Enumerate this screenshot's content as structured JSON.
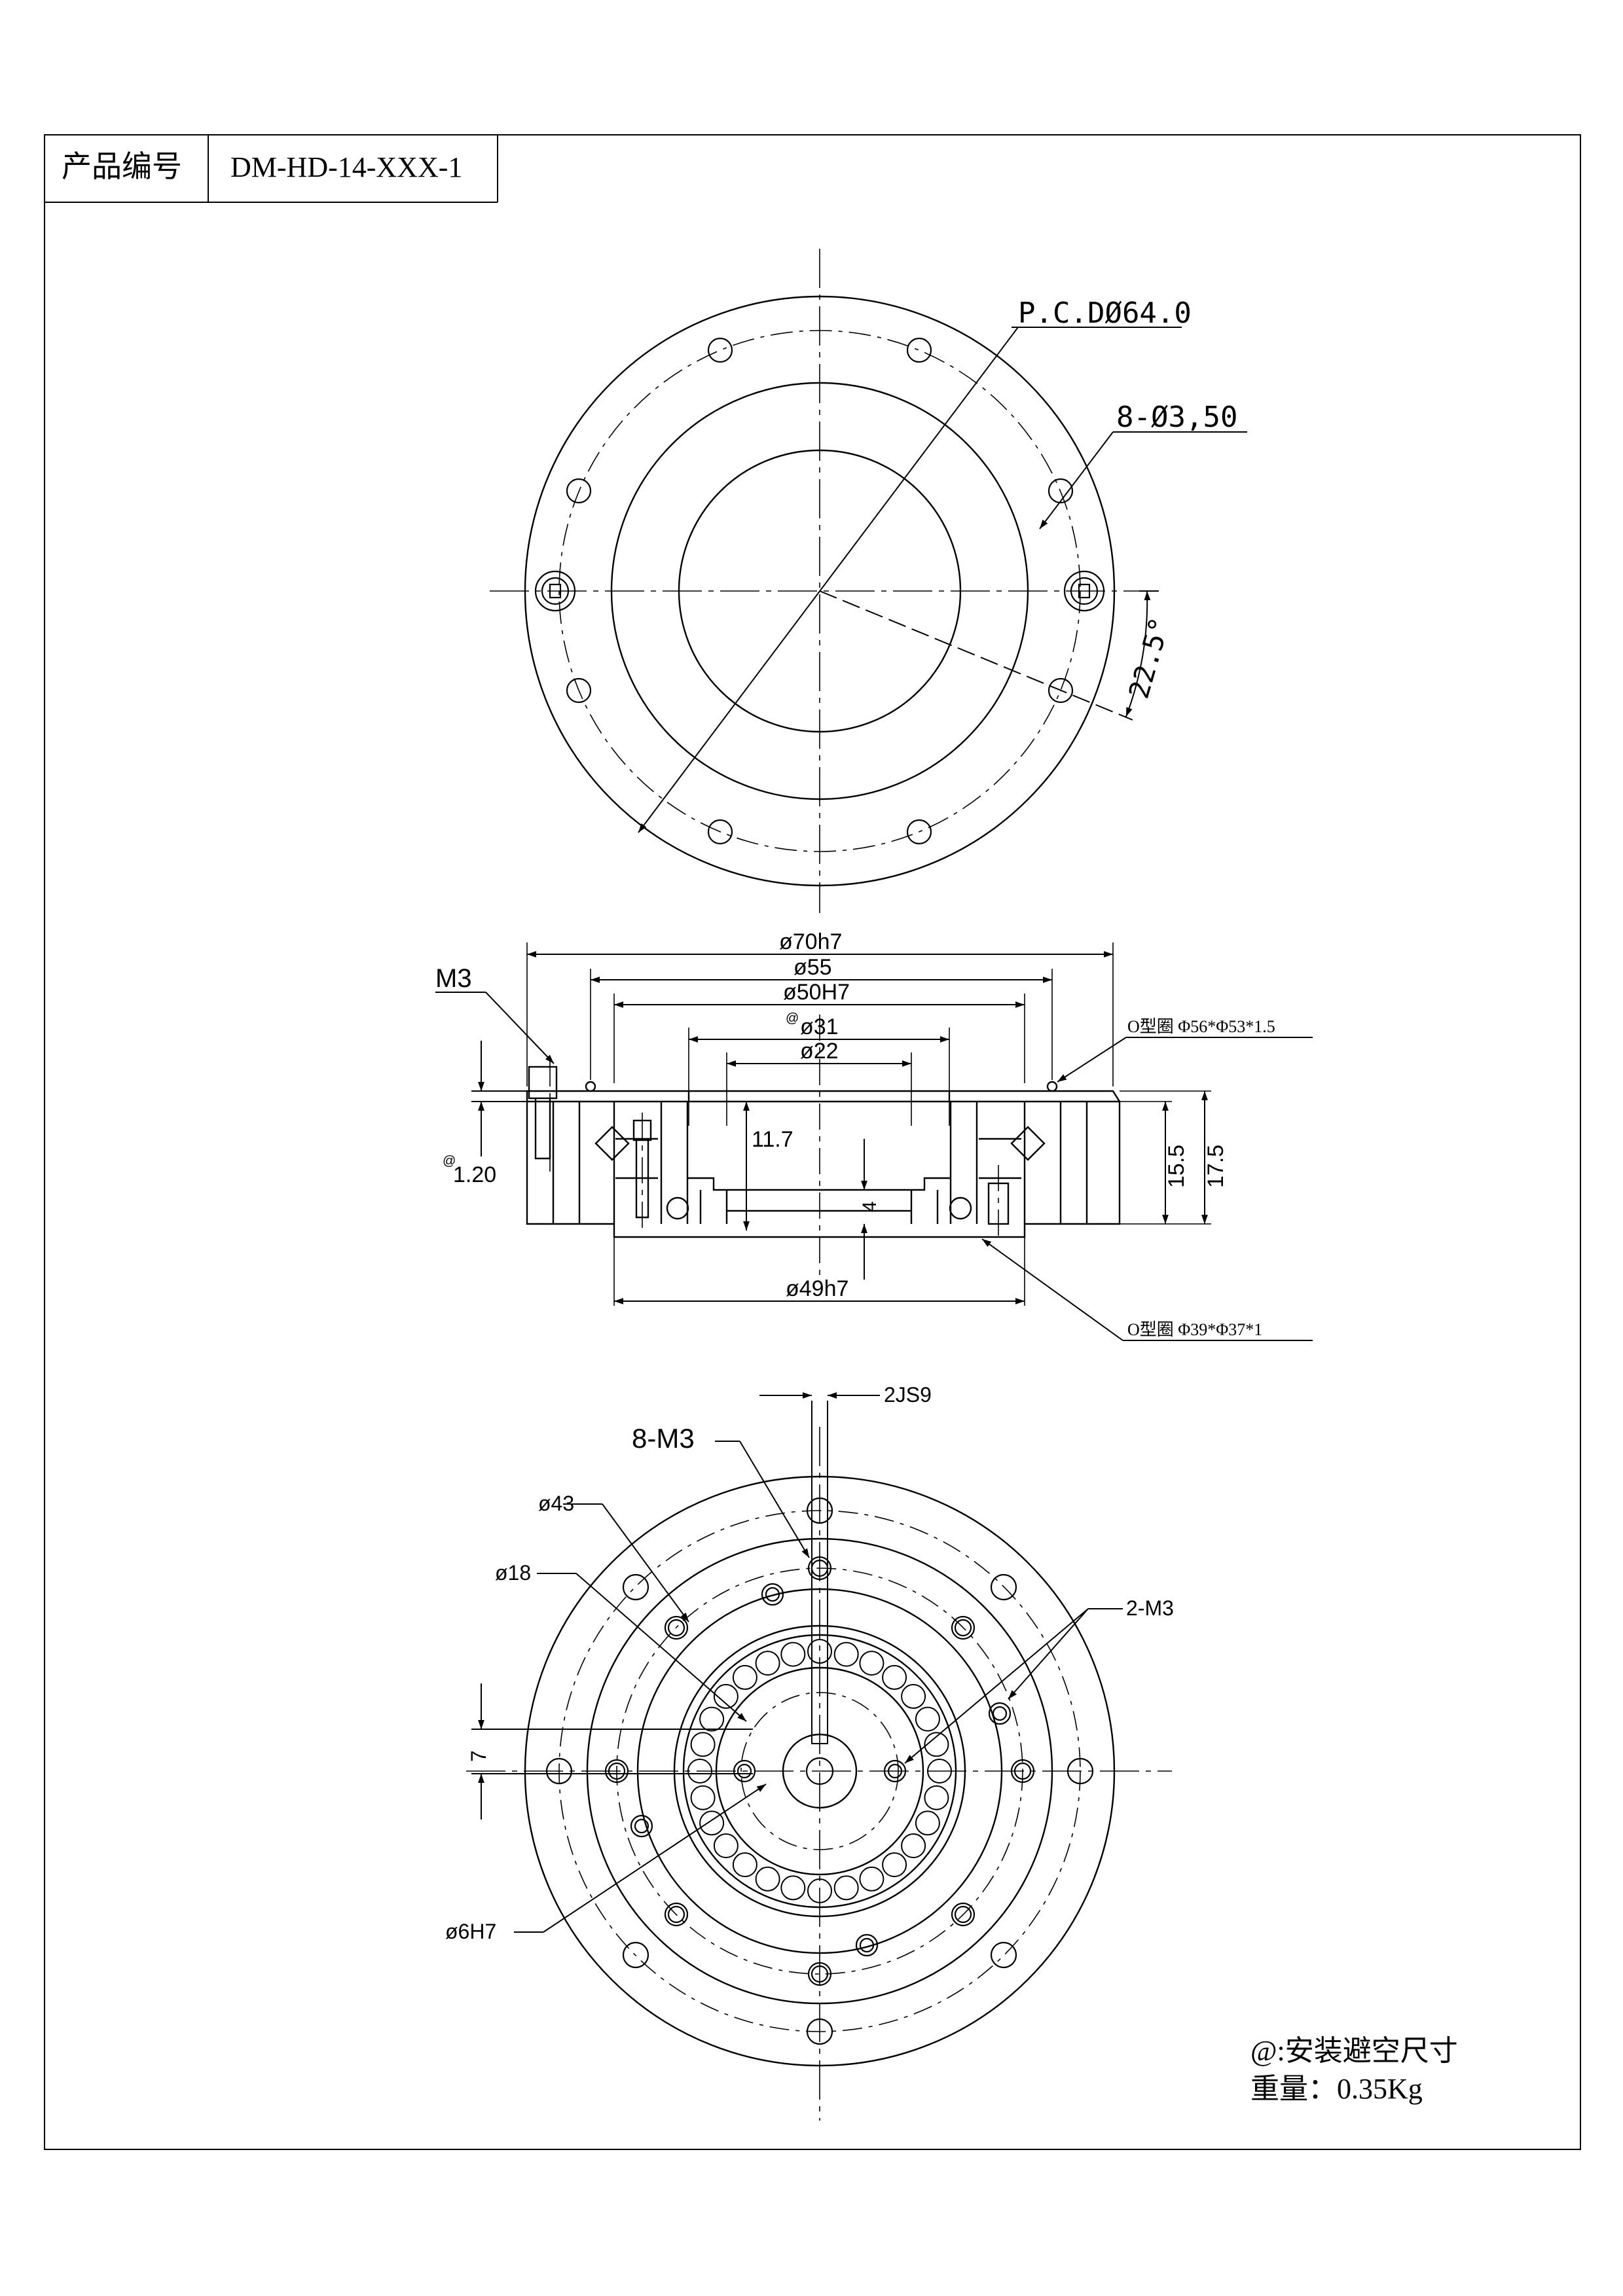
{
  "title_block": {
    "label": "产品编号",
    "value": "DM-HD-14-XXX-1"
  },
  "top_view": {
    "pcd": "P.C.DØ64.0",
    "holes": "8-Ø3,50",
    "angle": "22.5°"
  },
  "section_view": {
    "d70": "ø70h7",
    "d55": "ø55",
    "d50": "ø50H7",
    "at1": "@",
    "d31": "ø31",
    "d22": "ø22",
    "d49": "ø49h7",
    "m3": "M3",
    "at2": "@",
    "h120": "1.20",
    "h117": "11.7",
    "h4": "4",
    "h155": "15.5",
    "h175": "17.5",
    "oring_top": "O型圈 Φ56*Φ53*1.5",
    "oring_bottom": "O型圈 Φ39*Φ37*1"
  },
  "bottom_view": {
    "key": "2JS9",
    "m3x8": "8-M3",
    "d43": "ø43",
    "d18": "ø18",
    "m3x2": "2-M3",
    "d7": "7",
    "d6": "ø6H7"
  },
  "notes": {
    "line1": "@:安装避空尺寸",
    "line2": "重量：0.35Kg"
  },
  "colors": {
    "line": "#000000",
    "paper": "#ffffff"
  }
}
